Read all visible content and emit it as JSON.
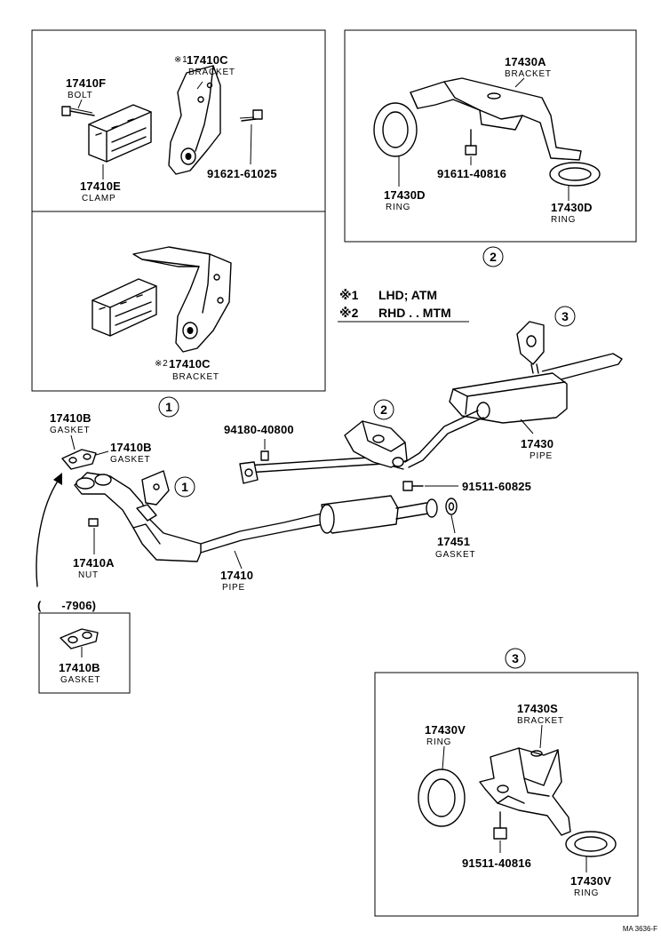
{
  "notes": {
    "n1_mark": "※1",
    "n1_text": "LHD; ATM",
    "n2_mark": "※2",
    "n2_text": "RHD . . MTM"
  },
  "refs": {
    "r1": "1",
    "r2": "2",
    "r3": "3"
  },
  "parts": {
    "p17410F": {
      "number": "17410F",
      "desc": "BOLT"
    },
    "p17410C_1": {
      "mark": "※1",
      "number": "17410C",
      "desc": "BRACKET"
    },
    "p17410E": {
      "number": "17410E",
      "desc": "CLAMP"
    },
    "p91621": {
      "number": "91621-61025"
    },
    "p17410C_2": {
      "mark": "※2",
      "number": "17410C",
      "desc": "BRACKET"
    },
    "p17430A": {
      "number": "17430A",
      "desc": "BRACKET"
    },
    "p91611": {
      "number": "91611-40816"
    },
    "p17430D_1": {
      "number": "17430D",
      "desc": "RING"
    },
    "p17430D_2": {
      "number": "17430D",
      "desc": "RING"
    },
    "p17410B_1": {
      "number": "17410B",
      "desc": "GASKET"
    },
    "p17410B_2": {
      "number": "17410B",
      "desc": "GASKET"
    },
    "p94180": {
      "number": "94180-40800"
    },
    "p17430": {
      "number": "17430",
      "desc": "PIPE"
    },
    "p91511_1": {
      "number": "91511-60825"
    },
    "p17451": {
      "number": "17451",
      "desc": "GASKET"
    },
    "p17410A": {
      "number": "17410A",
      "desc": "NUT"
    },
    "p17410": {
      "number": "17410",
      "desc": "PIPE"
    },
    "p17410B_3": {
      "number": "17410B",
      "desc": "GASKET"
    },
    "p17430S": {
      "number": "17430S",
      "desc": "BRACKET"
    },
    "p17430V_1": {
      "number": "17430V",
      "desc": "RING"
    },
    "p91511_2": {
      "number": "91511-40816"
    },
    "p17430V_2": {
      "number": "17430V",
      "desc": "RING"
    }
  },
  "range_label": "(      -7906)",
  "footer_code": "MA 3636-F"
}
